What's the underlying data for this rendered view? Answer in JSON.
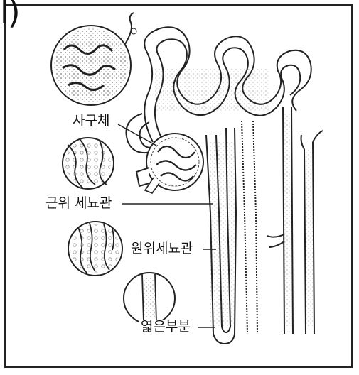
{
  "figure": {
    "corner_mark": "l)",
    "labels": {
      "glomerulus": "사구체",
      "proximal_tubule": "근위 세뇨관",
      "distal_tubule": "원위세뇨관",
      "thin_segment": "엷은부분"
    }
  }
}
